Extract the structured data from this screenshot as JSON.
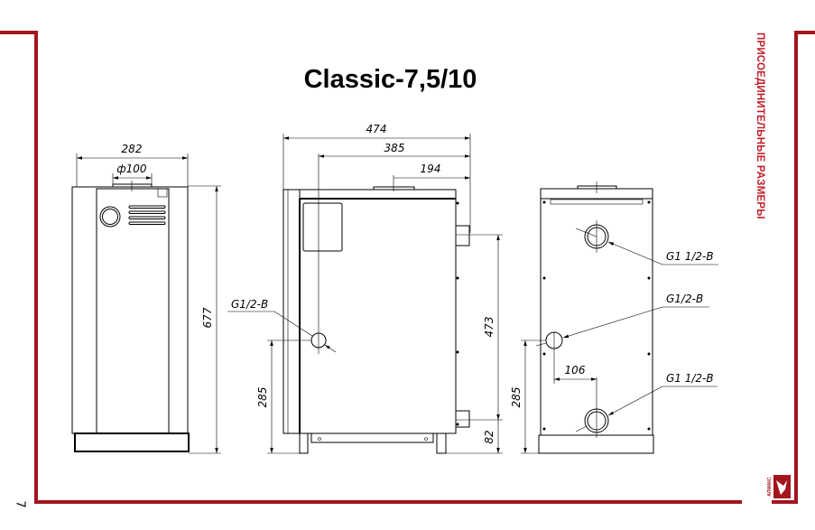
{
  "page": {
    "title": "Classic-7,5/10",
    "section_label": "ПРИСОЕДИНИТЕЛЬНЫЕ РАЗМЕРЫ",
    "page_number": "7",
    "logo_text": "АЛМАКС",
    "accent_color": "#a3151d"
  },
  "front_view": {
    "width_dim": "282",
    "flue_dim": "ф100",
    "height_dim": "677"
  },
  "side_view": {
    "depth_dim": "474",
    "flue_offset_dim": "385",
    "pipe_offset_dim": "194",
    "inlet_label": "G1/2-B",
    "inlet_height_dim": "285",
    "pipe_spacing_dim": "473",
    "lower_pipe_height_dim": "82"
  },
  "rear_view": {
    "upper_pipe_label": "G1 1/2-B",
    "middle_pipe_label": "G1/2-B",
    "lower_pipe_label": "G1 1/2-B",
    "offset_dim": "106",
    "inlet_height_dim": "285"
  }
}
